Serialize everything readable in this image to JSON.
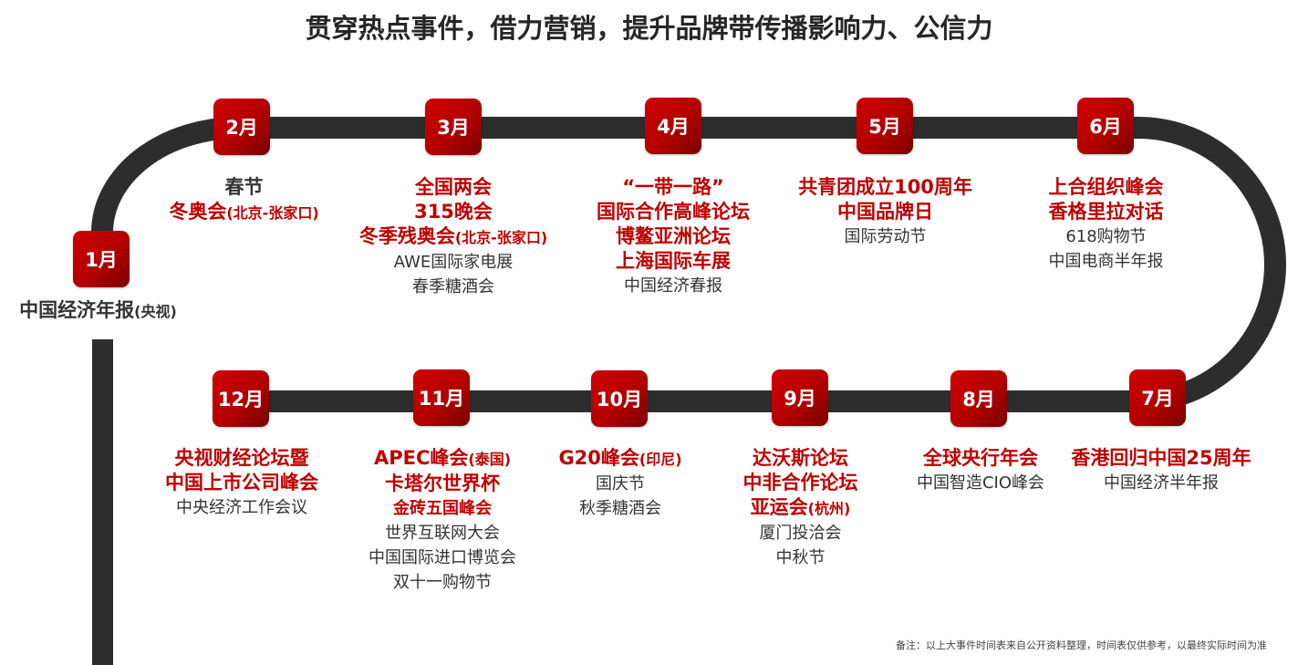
{
  "title": "贯穿热点事件，借力营销，提升品牌带传播影响力、公信力",
  "colors": {
    "accent_red": "#c00000",
    "month_box_dark": "#7a0000",
    "track": "#2d2d2d",
    "normal_text": "#333333"
  },
  "months": [
    {
      "label": "1月",
      "dark_lines": [
        {
          "main": "中国经济年报",
          "small": "(央视)"
        }
      ],
      "red_lines": [],
      "normal_lines": []
    },
    {
      "label": "2月",
      "dark_lines": [
        {
          "main": "春节",
          "small": ""
        }
      ],
      "red_lines": [
        {
          "main": "冬奥会",
          "small": "(北京-张家口)"
        }
      ],
      "normal_lines": []
    },
    {
      "label": "3月",
      "dark_lines": [],
      "red_lines": [
        {
          "main": "全国两会",
          "small": ""
        },
        {
          "main": "315晚会",
          "small": ""
        },
        {
          "main": "冬季残奥会",
          "small": "(北京-张家口)"
        }
      ],
      "normal_lines": [
        "AWE国际家电展",
        "春季糖酒会"
      ]
    },
    {
      "label": "4月",
      "dark_lines": [],
      "red_lines": [
        {
          "main": "“一带一路”",
          "small": ""
        },
        {
          "main": "国际合作高峰论坛",
          "small": ""
        },
        {
          "main": "博鳌亚洲论坛",
          "small": ""
        },
        {
          "main": "上海国际车展",
          "small": ""
        }
      ],
      "normal_lines": [
        "中国经济春报"
      ]
    },
    {
      "label": "5月",
      "dark_lines": [],
      "red_lines": [
        {
          "main": "共青团成立100周年",
          "small": ""
        },
        {
          "main": "中国品牌日",
          "small": ""
        }
      ],
      "normal_lines": [
        "国际劳动节"
      ]
    },
    {
      "label": "6月",
      "dark_lines": [],
      "red_lines": [
        {
          "main": "上合组织峰会",
          "small": ""
        },
        {
          "main": "香格里拉对话",
          "small": ""
        }
      ],
      "normal_lines": [
        "618购物节",
        "中国电商半年报"
      ]
    },
    {
      "label": "7月",
      "dark_lines": [],
      "red_lines": [
        {
          "main": "香港回归中国25周年",
          "small": ""
        }
      ],
      "normal_lines": [
        "中国经济半年报"
      ]
    },
    {
      "label": "8月",
      "dark_lines": [],
      "red_lines": [
        {
          "main": "全球央行年会",
          "small": ""
        }
      ],
      "normal_lines": [
        "中国智造CIO峰会"
      ]
    },
    {
      "label": "9月",
      "dark_lines": [],
      "red_lines": [
        {
          "main": "达沃斯论坛",
          "small": ""
        },
        {
          "main": "中非合作论坛",
          "small": ""
        },
        {
          "main": "亚运会",
          "small": "(杭州)"
        }
      ],
      "normal_lines": [
        "厦门投洽会",
        "中秋节"
      ]
    },
    {
      "label": "10月",
      "dark_lines": [],
      "red_lines": [
        {
          "main": "G20峰会",
          "small": "(印尼)"
        }
      ],
      "normal_lines": [
        "国庆节",
        "秋季糖酒会"
      ]
    },
    {
      "label": "11月",
      "dark_lines": [],
      "red_lines": [
        {
          "main": "APEC峰会",
          "small": "(泰国)"
        },
        {
          "main": "卡塔尔世界杯",
          "small": ""
        },
        {
          "main": "金砖五国峰会",
          "small": ""
        }
      ],
      "normal_lines": [
        "世界互联网大会",
        "中国国际进口博览会",
        "双十一购物节"
      ]
    },
    {
      "label": "12月",
      "dark_lines": [],
      "red_lines": [
        {
          "main": "央视财经论坛暨",
          "small": ""
        },
        {
          "main": "中国上市公司峰会",
          "small": ""
        }
      ],
      "normal_lines": [
        "中央经济工作会议"
      ]
    }
  ],
  "footnote": "备注：以上大事件时间表来自公开资料整理，时间表仅供参考，以最终实际时间为准"
}
